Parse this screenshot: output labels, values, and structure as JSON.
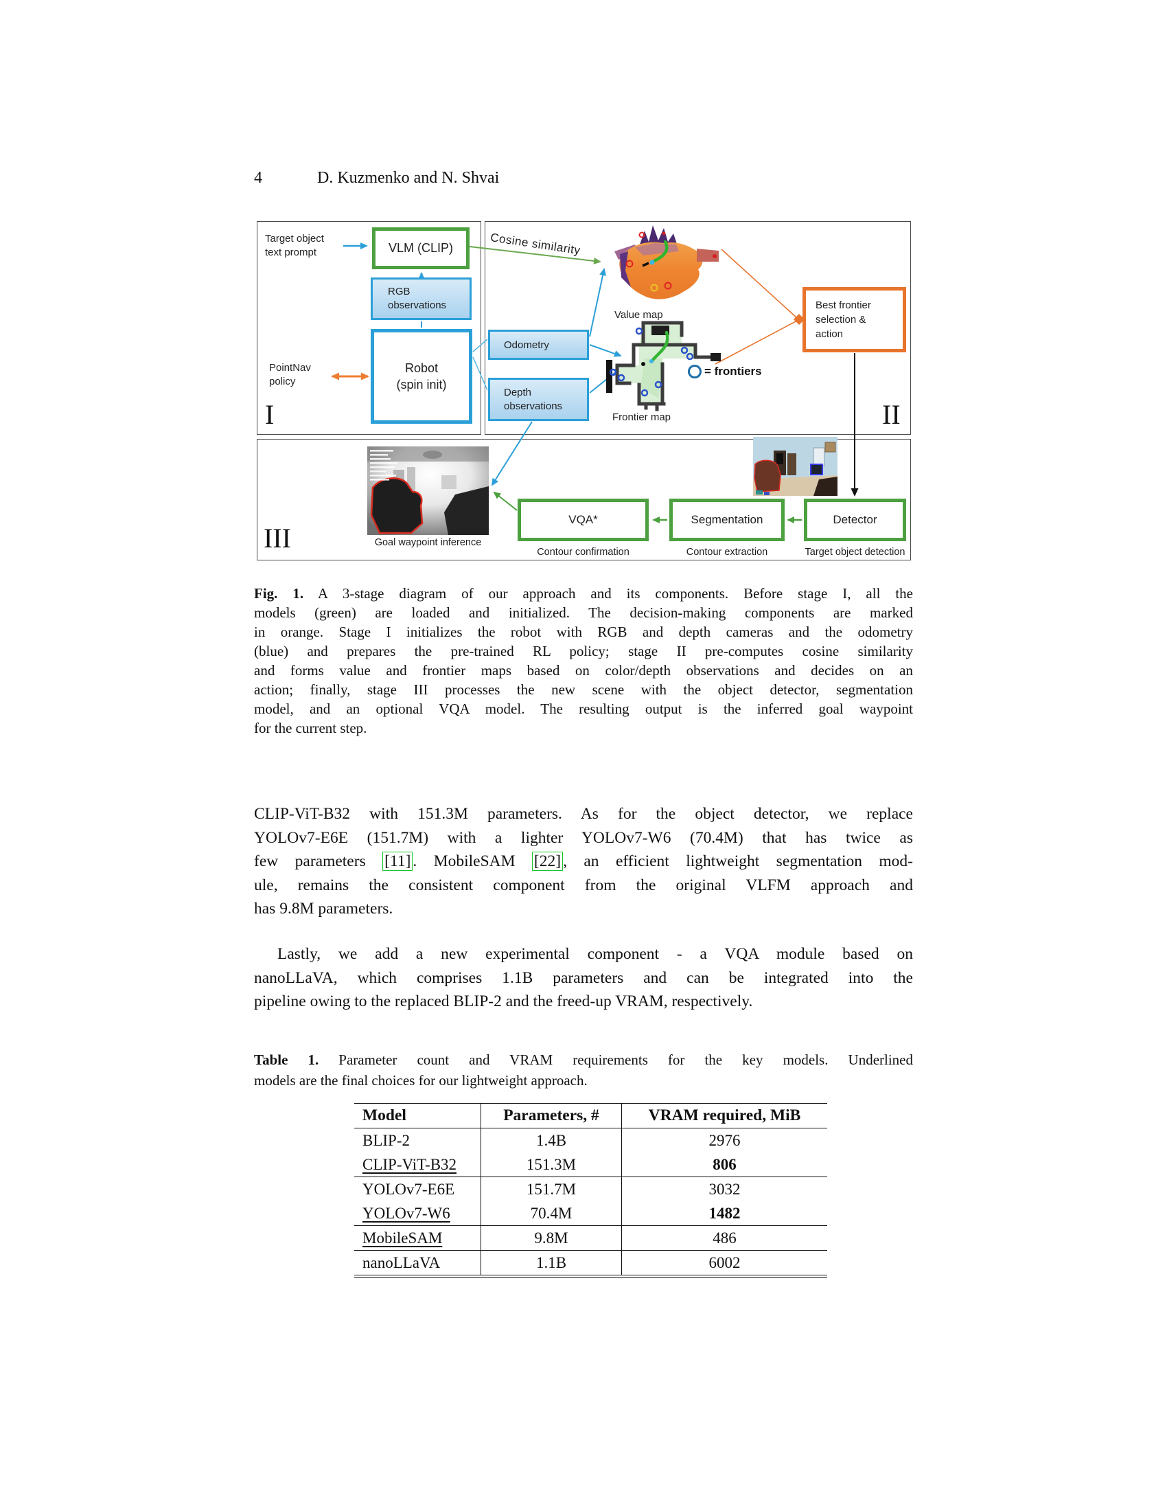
{
  "page": {
    "number": "4",
    "running_title": "D. Kuzmenko and N. Shvai"
  },
  "figure": {
    "stage1": {
      "label": "I",
      "target_prompt_line1": "Target object",
      "target_prompt_line2": "text prompt",
      "vlm_box": "VLM (CLIP)",
      "rgb_line1": "RGB",
      "rgb_line2": "observations",
      "robot_line1": "Robot",
      "robot_line2": "(spin init)",
      "pointnav_line1": "PointNav",
      "pointnav_line2": "policy"
    },
    "stage2": {
      "label": "II",
      "cosine_label": "Cosine similarity",
      "odometry_box": "Odometry",
      "depth_line1": "Depth",
      "depth_line2": "observations",
      "value_map_label": "Value map",
      "frontier_map_label": "Frontier map",
      "frontiers_legend": "= frontiers",
      "best_frontier_box": "Best frontier selection & action"
    },
    "stage3": {
      "label": "III",
      "goal_waypoint_label": "Goal waypoint inference",
      "vqa_box": "VQA*",
      "vqa_sub": "Contour confirmation",
      "segmentation_box": "Segmentation",
      "segmentation_sub": "Contour extraction",
      "detector_box": "Detector",
      "detector_sub": "Target object detection"
    },
    "colors": {
      "green": "#4ca03f",
      "blue": "#2b9fd8",
      "orange": "#e8742c"
    }
  },
  "caption": {
    "tag": "Fig. 1.",
    "line1_rest": "A 3-stage diagram of our approach and its components. Before stage I, all the",
    "lines": [
      "models (green) are loaded and initialized. The decision-making components are marked",
      "in orange. Stage I initializes the robot with RGB and depth cameras and the odometry",
      "(blue) and prepares the pre-trained RL policy; stage II pre-computes cosine similarity",
      "and forms value and frontier maps based on color/depth observations and decides on an",
      "action; finally, stage III processes the new scene with the object detector, segmentation",
      "model, and an optional VQA model. The resulting output is the inferred goal waypoint",
      "for the current step."
    ]
  },
  "body": {
    "p1_line1": "CLIP-ViT-B32 with 151.3M parameters. As for the object detector, we replace",
    "p1_line2": "YOLOv7-E6E (151.7M) with a lighter YOLOv7-W6 (70.4M) that has twice as",
    "p1_line3_a": "few parameters ",
    "p1_cite1": "[11]",
    "p1_line3_b": ". MobileSAM ",
    "p1_cite2": "[22]",
    "p1_line3_c": ", an efficient lightweight segmentation mod-",
    "p1_line4": "ule, remains the consistent component from the original VLFM approach and",
    "p1_line5": "has 9.8M parameters.",
    "p2_line1": "Lastly, we add a new experimental component - a VQA module based on",
    "p2_line2": "nanoLLaVA, which comprises 1.1B parameters and can be integrated into the",
    "p2_line3": "pipeline owing to the replaced BLIP-2 and the freed-up VRAM, respectively."
  },
  "table_caption": {
    "tag": "Table 1.",
    "line1_rest": "Parameter count and VRAM requirements for the key models. Underlined",
    "line2": "models are the final choices for our lightweight approach."
  },
  "table": {
    "headers": [
      "Model",
      "Parameters, #",
      "VRAM required, MiB"
    ],
    "rows": [
      {
        "model": "BLIP-2",
        "params": "1.4B",
        "vram": "2976"
      },
      {
        "model": "CLIP-ViT-B32",
        "params": "151.3M",
        "vram": "806"
      },
      {
        "model": "YOLOv7-E6E",
        "params": "151.7M",
        "vram": "3032"
      },
      {
        "model": "YOLOv7-W6",
        "params": "70.4M",
        "vram": "1482"
      },
      {
        "model": "MobileSAM",
        "params": "9.8M",
        "vram": "486"
      },
      {
        "model": "nanoLLaVA",
        "params": "1.1B",
        "vram": "6002"
      }
    ]
  }
}
